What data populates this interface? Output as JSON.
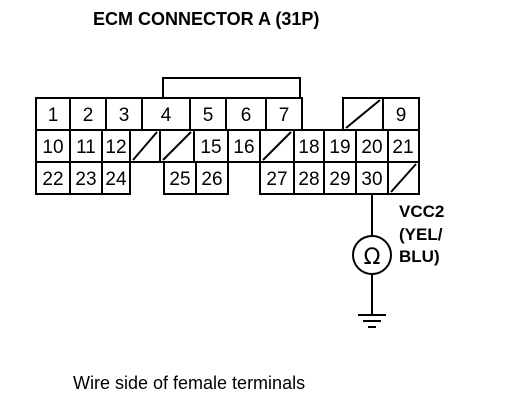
{
  "title": "ECM CONNECTOR A (31P)",
  "connector": {
    "rows": [
      [
        "1",
        "2",
        "3",
        "4",
        "5",
        "6",
        "7",
        "",
        "",
        "9"
      ],
      [
        "10",
        "11",
        "12",
        "",
        "",
        "15",
        "16",
        "",
        "18",
        "19",
        "20",
        "21"
      ],
      [
        "22",
        "23",
        "24",
        "",
        "25",
        "26",
        "",
        "27",
        "28",
        "29",
        "30",
        ""
      ]
    ],
    "highlight_pin": "30"
  },
  "probe": {
    "signal_name": "VCC2",
    "wire_color_line1": "(YEL/",
    "wire_color_line2": "BLU)",
    "meter_symbol": "Ω",
    "ground_symbol": "ground-icon"
  },
  "caption": "Wire side of female terminals"
}
